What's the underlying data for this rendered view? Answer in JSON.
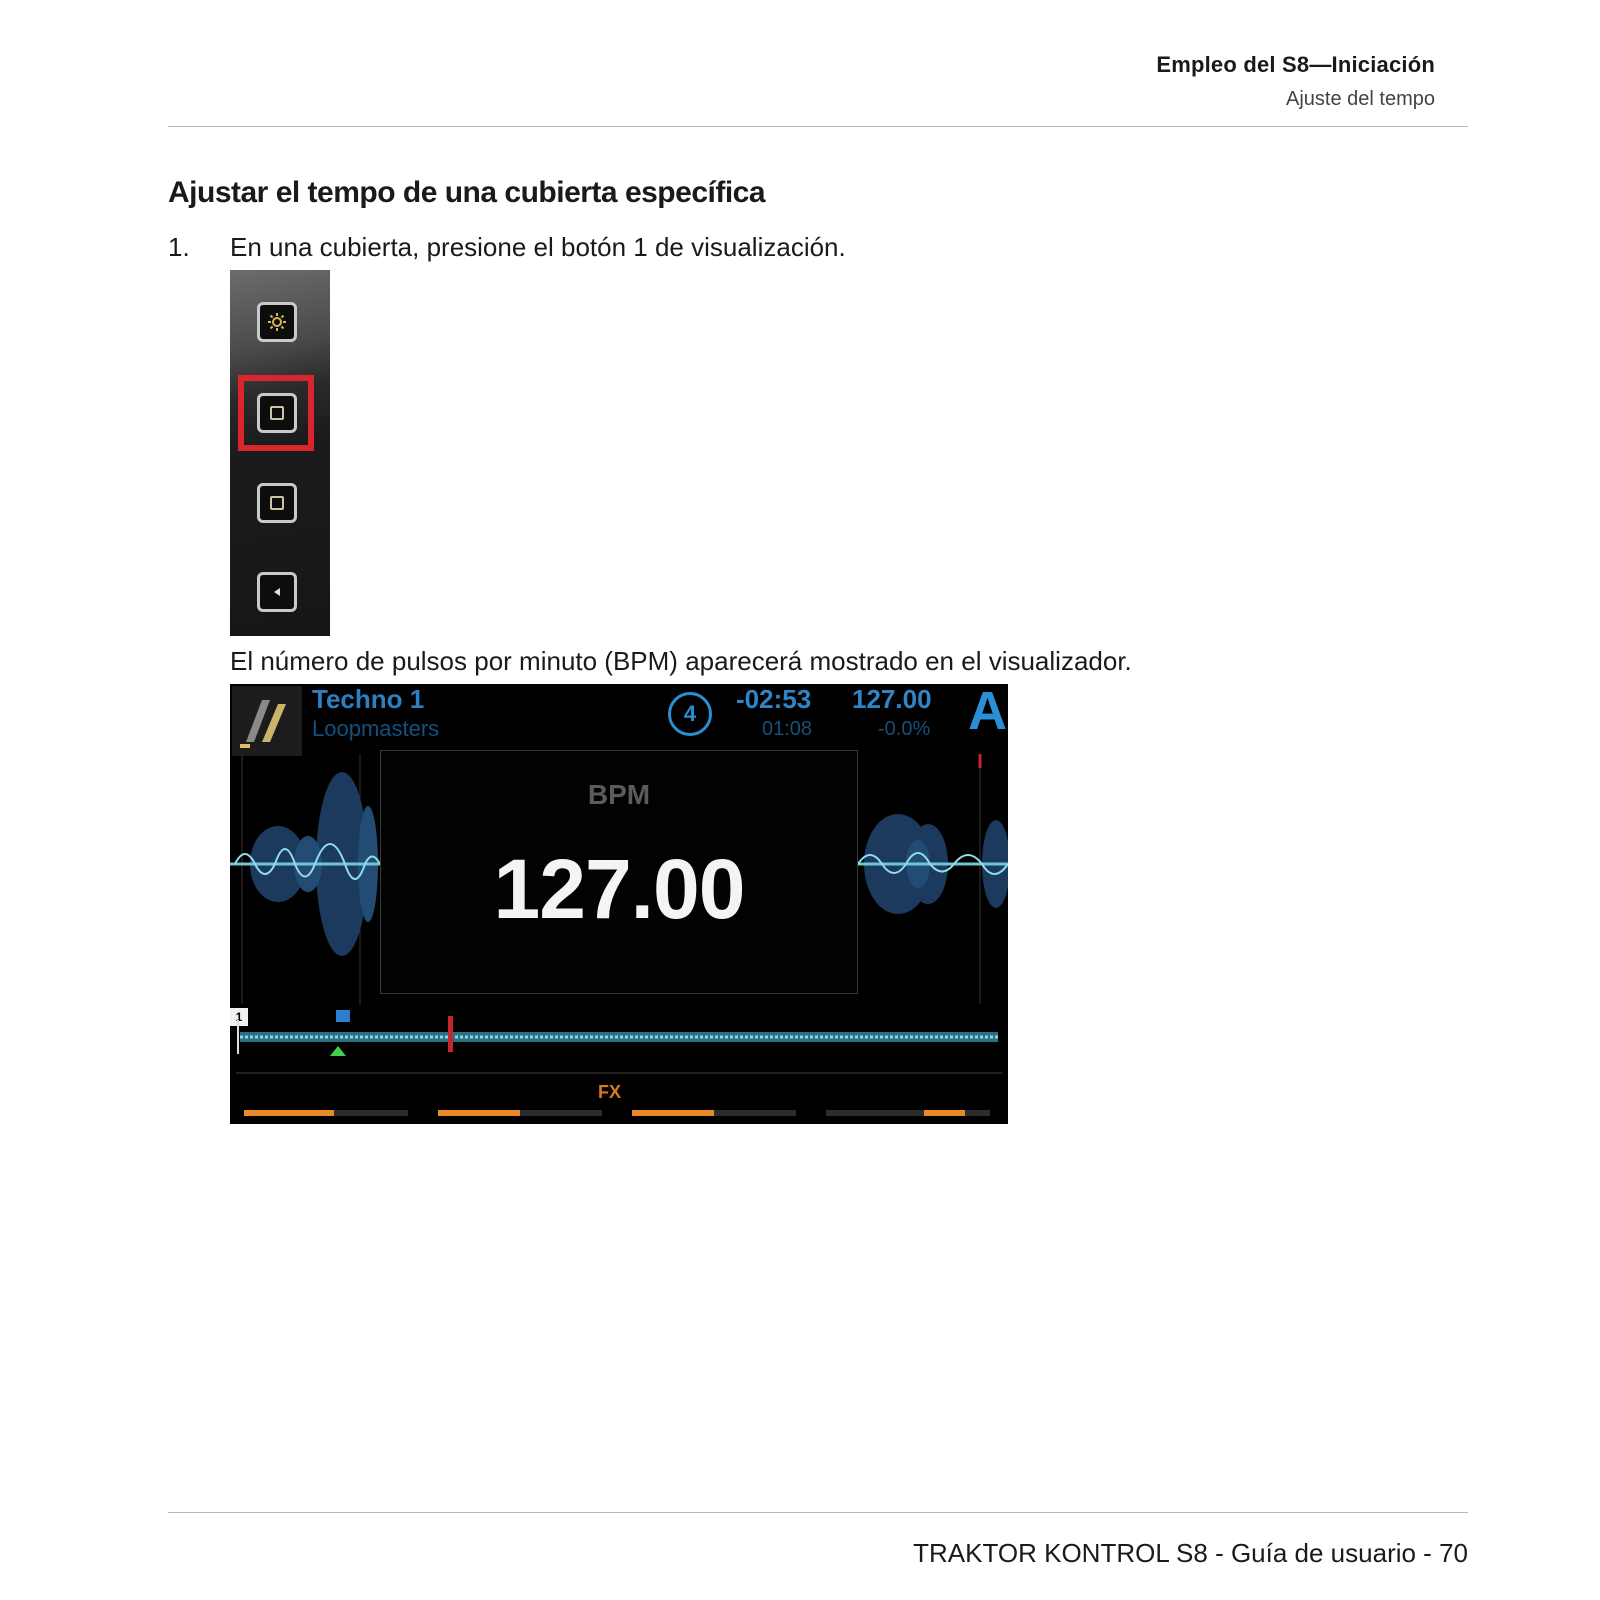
{
  "header": {
    "chapter": "Empleo del S8—Iniciación",
    "section": "Ajuste del tempo"
  },
  "content": {
    "section_title": "Ajustar el tempo de una cubierta específica",
    "step_number": "1.",
    "step_text": "En una cubierta, presione el botón 1 de visualización.",
    "result_text": "El número de pulsos por minuto (BPM) aparecerá mostrado en el visualizador."
  },
  "button_strip": {
    "buttons": [
      "gear-icon",
      "square-icon",
      "square-icon",
      "back-arrow-icon"
    ],
    "highlighted_index": 1,
    "highlight_color": "#d9262e"
  },
  "display": {
    "track_title": "Techno 1",
    "track_artist": "Loopmasters",
    "beat_counter": "4",
    "time_remaining": "-02:53",
    "time_elapsed": "01:08",
    "bpm_top": "127.00",
    "pitch": "-0.0%",
    "deck_letter": "A",
    "bpm_label": "BPM",
    "bpm_value": "127.00",
    "cue_number": "1",
    "fx_label": "FX",
    "fx_levels": [
      0.55,
      0.5,
      0.5,
      0.25
    ],
    "accent_color": "#2a90d6",
    "fx_color": "#e8892a"
  },
  "footer": {
    "text": "TRAKTOR KONTROL S8 - Guía de usuario - 70"
  }
}
